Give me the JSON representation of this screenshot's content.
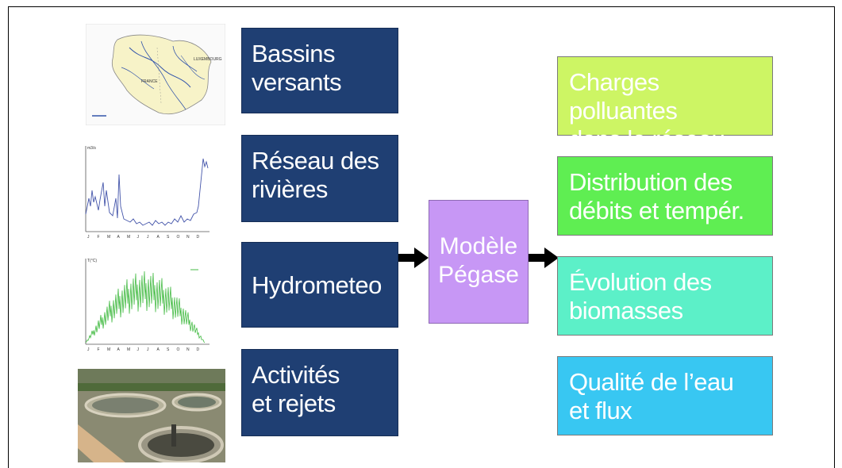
{
  "inputs": [
    {
      "label": "Bassins\nversants",
      "color": "#1f3f73"
    },
    {
      "label": "Réseau des\nrivières",
      "color": "#1f3f73"
    },
    {
      "label": "Hydrometeo",
      "color": "#1f3f73"
    },
    {
      "label": "Activités\net rejets",
      "color": "#1f3f73"
    }
  ],
  "model": {
    "label": "Modèle\nPégase",
    "color": "#c797f5"
  },
  "outputs": [
    {
      "label": "Charges polluantes\ndans le réseau",
      "color": "#cdf564"
    },
    {
      "label": "Distribution des\ndébits et tempér.",
      "color": "#5fee52"
    },
    {
      "label": "Évolution des\nbiomasses",
      "color": "#5cf0c8"
    },
    {
      "label": "Qualité de l’eau\net flux",
      "color": "#38c7f2"
    }
  ],
  "thumbnails": {
    "map": {
      "labels": [
        "LUXEMBOURG",
        "FRANCE"
      ]
    },
    "flow_chart": {
      "months": [
        "J",
        "F",
        "M",
        "A",
        "M",
        "J",
        "J",
        "A",
        "S",
        "O",
        "N",
        "D"
      ]
    },
    "temp_chart": {
      "months": [
        "J",
        "F",
        "M",
        "A",
        "M",
        "J",
        "J",
        "A",
        "S",
        "O",
        "N",
        "D"
      ]
    }
  }
}
